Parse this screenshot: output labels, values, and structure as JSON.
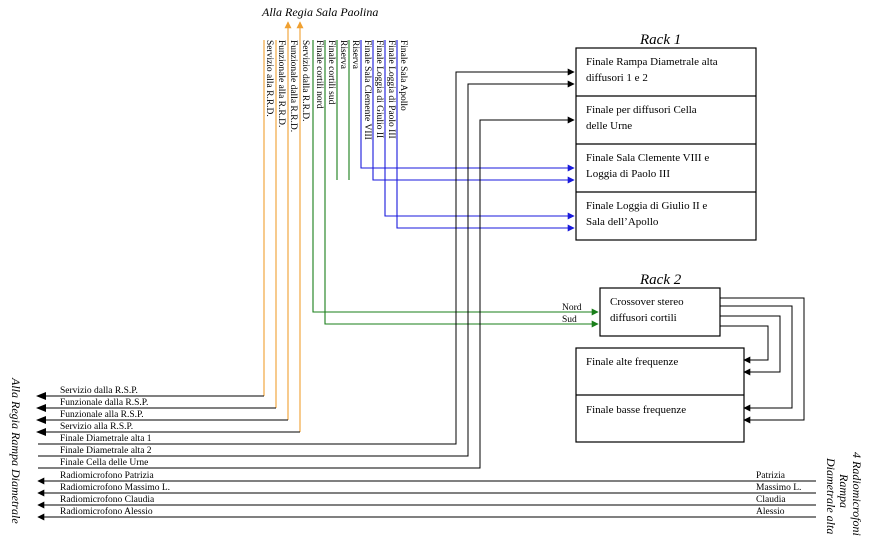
{
  "colors": {
    "orange": "#f0a030",
    "green": "#1a7f1a",
    "blue": "#1a1adc",
    "black": "#000000"
  },
  "top_title": "Alla Regia Sala Paolina",
  "left_title": "Alla Regia Rampa Diametrale",
  "right_title": [
    "4 Radiomicrofoni",
    "Rampa",
    "Diametrale alta"
  ],
  "vertical_labels": [
    "Servizio alla R.R.D.",
    "Funzionale alla R.R.D.",
    "Funzionale dalla R.R.D.",
    "Servizio dalla R.R.D.",
    "Finale cortili nord",
    "Finale cortili sud",
    "Riserva",
    "Riserva",
    "Finale Sala Clemente VIII",
    "Finale Loggia di Giulio II",
    "Finale Loggia di Paolo III",
    "Finale Sala Apollo"
  ],
  "rack1": {
    "title": "Rack 1",
    "modules": [
      [
        "Finale Rampa Diametrale alta",
        "diffusori 1  e 2"
      ],
      [
        "Finale per diffusori  Cella",
        "delle Urne"
      ],
      [
        "Finale Sala Clemente VIII e",
        "Loggia di Paolo III"
      ],
      [
        "Finale Loggia di Giulio II e",
        "Sala dell’Apollo"
      ]
    ]
  },
  "rack2": {
    "title": "Rack 2",
    "crossover": [
      "Crossover stereo",
      "diffusori cortili"
    ],
    "inputs": [
      "Nord",
      "Sud"
    ],
    "modules": [
      "Finale alte frequenze",
      "Finale basse frequenze"
    ]
  },
  "bottom_lines": [
    "Servizio dalla R.S.P.",
    "Funzionale dalla R.S.P.",
    "Funzionale alla R.S.P.",
    "Servizio alla R.S.P.",
    "Finale Diametrale alta 1",
    "Finale Diametrale alta 2",
    "Finale Cella delle Urne",
    "Radiomicrofono Patrizia",
    "Radiomicrofono Massimo L.",
    "Radiomicrofono Claudia",
    "Radiomicrofono Alessio"
  ],
  "mic_short_labels": [
    "Patrizia",
    "Massimo L.",
    "Claudia",
    "Alessio"
  ]
}
